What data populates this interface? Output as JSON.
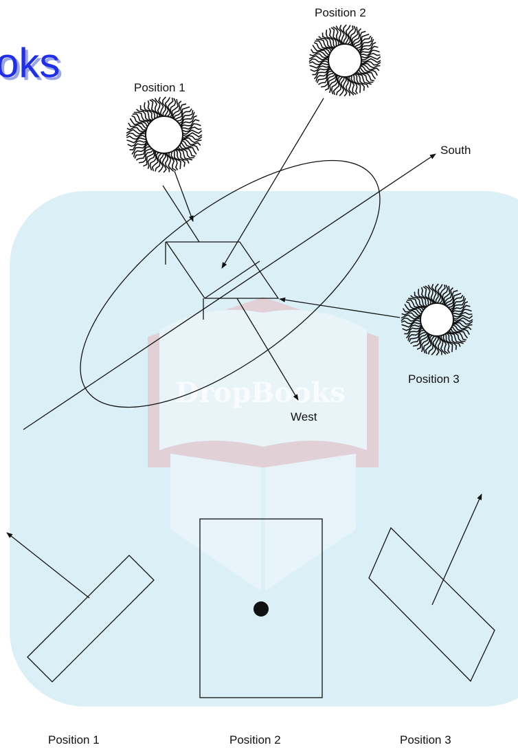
{
  "brand_fragment": "oks",
  "watermark_text": "DropBooks",
  "colors": {
    "background_tile": "#dbeff6",
    "brand": "#1f2ee8",
    "book_cover": "#e6b9be",
    "line": "#111111"
  },
  "sun_labels": {
    "position_1": "Position 1",
    "position_2": "Position 2",
    "position_3": "Position 3"
  },
  "directions": {
    "south": "South",
    "west": "West"
  },
  "bottom_labels": [
    "Position 1",
    "Position 2",
    "Position 3"
  ]
}
